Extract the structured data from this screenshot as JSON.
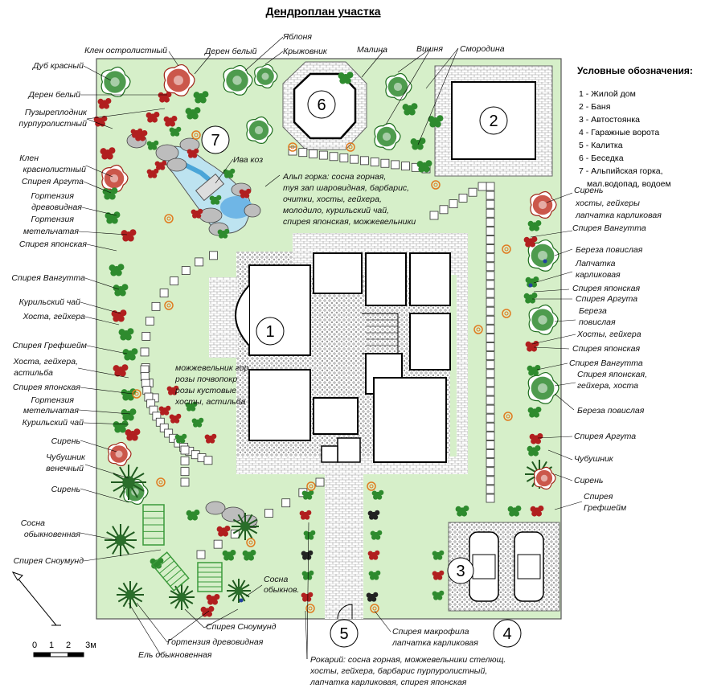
{
  "title": "Дендроплан участка",
  "legend": {
    "heading": "Условные обозначения:",
    "items": [
      "1 - Жилой дом",
      "2 - Баня",
      "3 - Автостоянка",
      "4 - Гаражные ворота",
      "5 - Калитка",
      "6 - Беседка",
      "7 - Альпийская горка,",
      "мал.водопад, водоем"
    ]
  },
  "numbers": {
    "house": "1",
    "bath": "2",
    "parking": "3",
    "gate": "4",
    "wicket": "5",
    "gazebo": "6",
    "alpine": "7"
  },
  "labels": {
    "klen_ostro": "Клен остролистный",
    "deren_top": "Дерен белый",
    "yablonya": "Яблоня",
    "kryzhovnik": "Крыжовник",
    "malina": "Малина",
    "vishnya": "Вишня",
    "smorodina": "Смородина",
    "dub": "Дуб красный",
    "deren_left": "Дерен белый",
    "puzyr1": "Пузыреплодник",
    "puzyr2": "пурпуролистный",
    "klen_kr1": "Клен",
    "klen_kr2": "краснолистный",
    "spirea_arguta_l": "Спирея Аргута",
    "gort_drev1": "Гортензия",
    "gort_drev2": "древовидная",
    "gort_met1": "Гортензия",
    "gort_met2": "метельчатая",
    "spirea_yap_l": "Спирея японская",
    "spirea_vang_l": "Спирея Вангутта",
    "kuril_l": "Курильский чай",
    "hosta_l": "Хоста, гейхера",
    "spirea_gref_l": "Спирея Грефшейм",
    "hosta_ast1": "Хоста, гейхера,",
    "hosta_ast2": "астильба",
    "spirea_yap_l2": "Спирея японская",
    "gort_met_b1": "Гортензия",
    "gort_met_b2": "метельчатая",
    "kuril_l2": "Курильский чай",
    "siren_l": "Сирень",
    "chub_ven1": "Чубушник",
    "chub_ven2": "венечный",
    "siren_l2": "Сирень",
    "sosna_l1": "Сосна",
    "sosna_l2": "обыкновенная",
    "spirea_snow_l": "Спирея Сноумунд",
    "iva": "Ива коз",
    "alpine1": "Альп горка: сосна горная,",
    "alpine2": "туя зап шаровидная, барбарис,",
    "alpine3": "очитки, хосты, гейхера,",
    "alpine4": "молодило, курильский чай,",
    "alpine5": "спирея японская, можжевельники",
    "bed1": "можжевельник гор",
    "bed2": "розы почвопокр",
    "bed3": "розы кустовые",
    "bed4": "хосты, астильба",
    "r_siren": "Сирень",
    "r_hosta1": "хосты, гейхеры",
    "r_hosta2": "лапчатка карликовая",
    "r_spirea_vang": "Спирея Вангутта",
    "r_bereza1": "Береза повислая",
    "r_lapch1": "Лапчатка",
    "r_lapch2": "карликовая",
    "r_spirea_yap": "Спирея японская",
    "r_spirea_arg": "Спирея Аргута",
    "r_bereza2a": "Береза",
    "r_bereza2b": "повислая",
    "r_hosta3": "Хосты, гейхера",
    "r_spirea_yap2": "Спирея японская",
    "r_spirea_vang2": "Спирея Вангутта",
    "r_spirea_mix1": "Спирея японская,",
    "r_spirea_mix2": "гейхера, хоста",
    "r_bereza3": "Береза повислая",
    "r_spirea_arg2": "Спирея Аргута",
    "r_chub": "Чубушник",
    "r_siren2": "Сирень",
    "r_gref1": "Спирея",
    "r_gref2": "Грефшейм",
    "sosna_b1": "Сосна",
    "sosna_b2": "обыкнов.",
    "spirea_snow_b": "Спирея Сноумунд",
    "gort_drev_b": "Гортензия древовидная",
    "el": "Ель обыкновенная",
    "spirea_makro1": "Спирея макрофила",
    "spirea_makro2": "лапчатка карликовая",
    "rokar1": "Рокарий: сосна горная, можжевельники стелющ.",
    "rokar2": "хосты, гейхера, барбарис пурпуролистный,",
    "rokar3": "лапчатка карликовая, спирея японская"
  },
  "scale": {
    "t0": "0",
    "t1": "1",
    "t2": "2",
    "t3": "3м"
  },
  "colors": {
    "lawn": "#d6efc9",
    "border": "#555555",
    "tree_green": "#2f8a2f",
    "tree_red": "#b0241c",
    "path": "#ffffff"
  }
}
